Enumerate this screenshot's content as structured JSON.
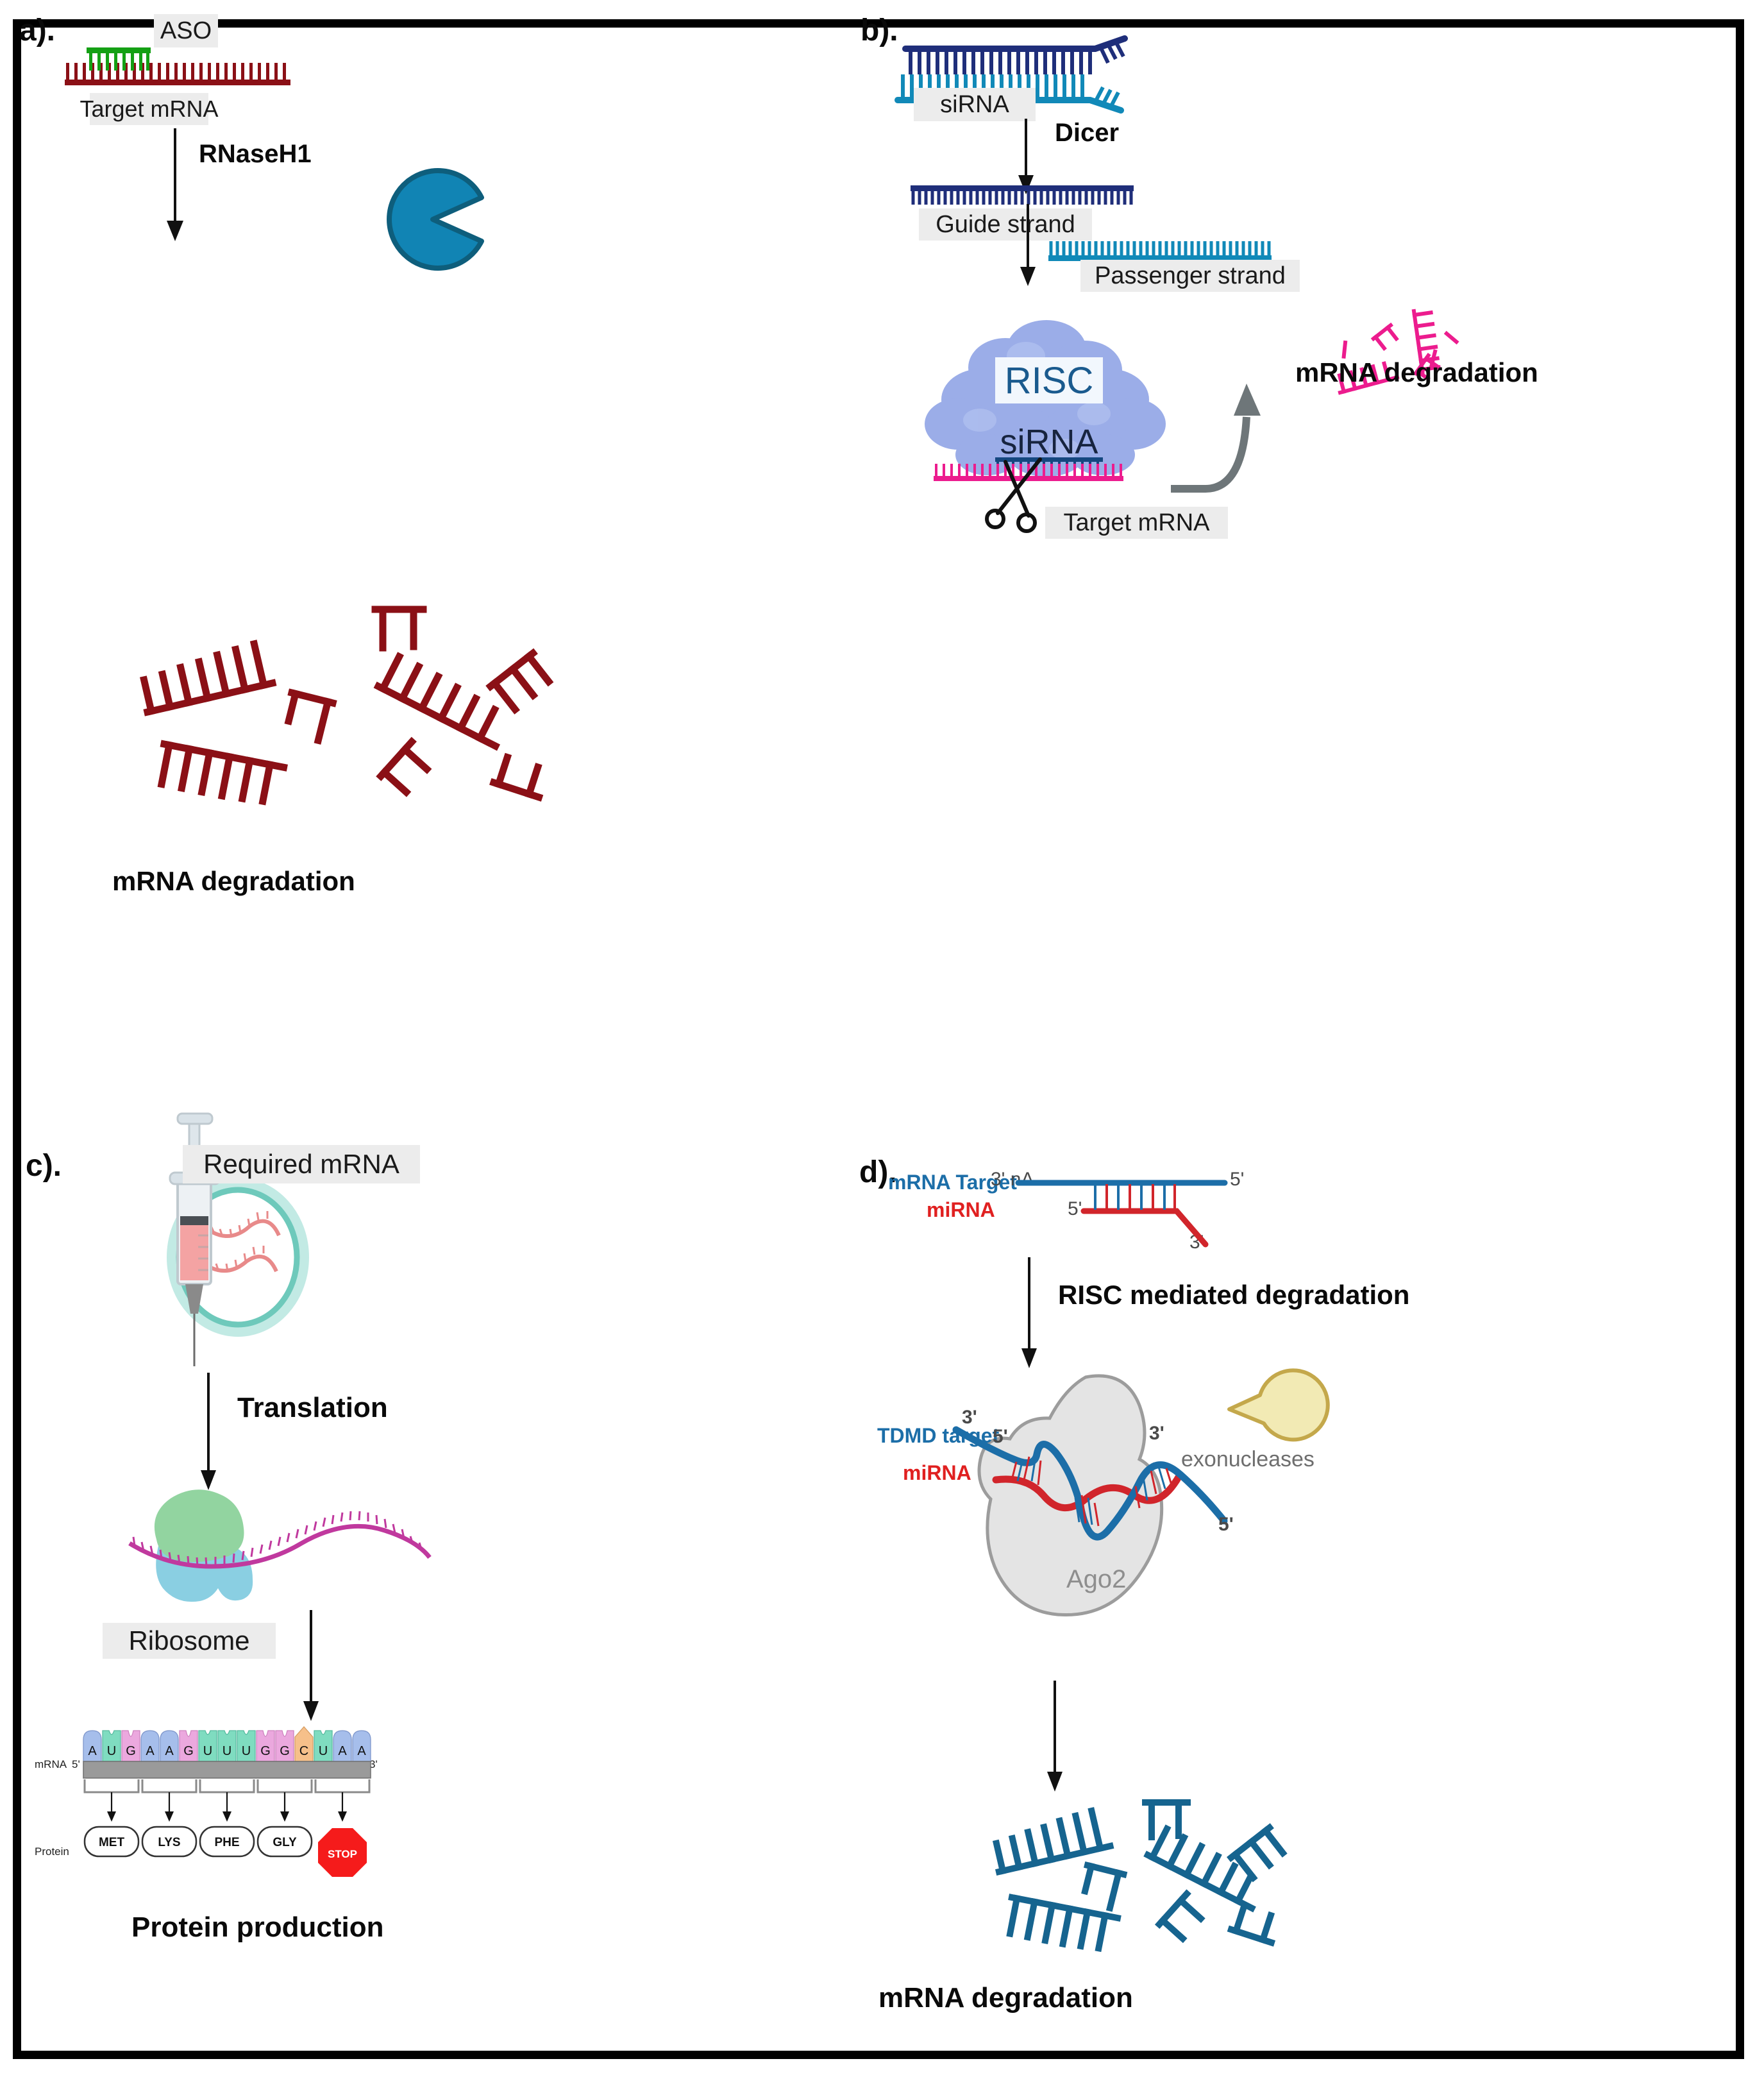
{
  "figure": {
    "panels": [
      "a).",
      "b).",
      "c).",
      "d)."
    ]
  },
  "panel_a": {
    "label": "a).",
    "aso_label": "ASO",
    "target_mrna_label": "Target mRNA",
    "enzyme_label": "RNaseH1",
    "outcome_label": "mRNA degradation",
    "colors": {
      "aso_strand": "#14A014",
      "target_mrna": "#8B1016",
      "enzyme": "#1184B4",
      "enzyme_border": "#0E5E7C"
    },
    "aso_teeth": 7,
    "target_teeth": 26,
    "fragments": 9
  },
  "panel_b": {
    "label": "b).",
    "sirna_label": "siRNA",
    "dicer_label": "Dicer",
    "guide_label": "Guide strand",
    "passenger_label": "Passenger strand",
    "risc_label": "RISC",
    "risc_sirna_label": "siRNA",
    "target_mrna_label": "Target mRNA",
    "degradation_label": "mRNA degradation",
    "colors": {
      "guide_strand": "#1F2E7A",
      "passenger_strand": "#1189B8",
      "risc_blob": "#9BADE8",
      "risc_text": "#1A5A8E",
      "target_mrna": "#EC1C8E",
      "arrow_gray": "#6E7679"
    },
    "guide_teeth": 34,
    "passenger_teeth": 34,
    "duplex_teeth": 27
  },
  "panel_c": {
    "label": "c).",
    "required_mrna_label": "Required mRNA",
    "translation_label": "Translation",
    "ribosome_label": "Ribosome",
    "mrna_row_label": "mRNA",
    "protein_row_label": "Protein",
    "five_prime": "5'",
    "three_prime": "3'",
    "stop_label": "STOP",
    "outcome_label": "Protein production",
    "sequence": [
      "A",
      "U",
      "G",
      "A",
      "A",
      "G",
      "U",
      "U",
      "U",
      "G",
      "G",
      "C",
      "U",
      "A",
      "A"
    ],
    "amino_acids": [
      "MET",
      "LYS",
      "PHE",
      "GLY"
    ],
    "colors": {
      "base_A": "#A6BEEB",
      "base_U": "#7FDCC0",
      "base_G": "#EBA8DE",
      "base_C": "#F6C08A",
      "backbone": "#9A9A9A",
      "liposome": "#8FD8CE",
      "syringe_fluid": "#F4A3A3",
      "ribosome_large": "#92D4A0",
      "ribosome_small": "#8ACFE2",
      "mrna_strand": "#C0399E",
      "stop_sign": "#F51B1B"
    }
  },
  "panel_d": {
    "label": "d).",
    "mrna_target_label": "mRNA Target",
    "mirna_label": "miRNA",
    "three_prime_na": "3' nA",
    "five_prime": "5'",
    "three_prime": "3'",
    "risc_mediated_label": "RISC mediated degradation",
    "tdmd_target_label": "TDMD target",
    "tdmd_mirna_label": "miRNA",
    "ago2_label": "Ago2",
    "exonucleases_label": "exonucleases",
    "outcome_label": "mRNA degradation",
    "colors": {
      "mrna_target": "#1C6EA8",
      "mirna": "#D1252B",
      "ago2": "#E4E4E4",
      "ago2_border": "#9C9C9C",
      "exonuclease": "#F2EAB4",
      "exonuclease_border": "#C4A84B",
      "fragment": "#16648F"
    },
    "pair_rungs": 8,
    "fragments": 9
  }
}
